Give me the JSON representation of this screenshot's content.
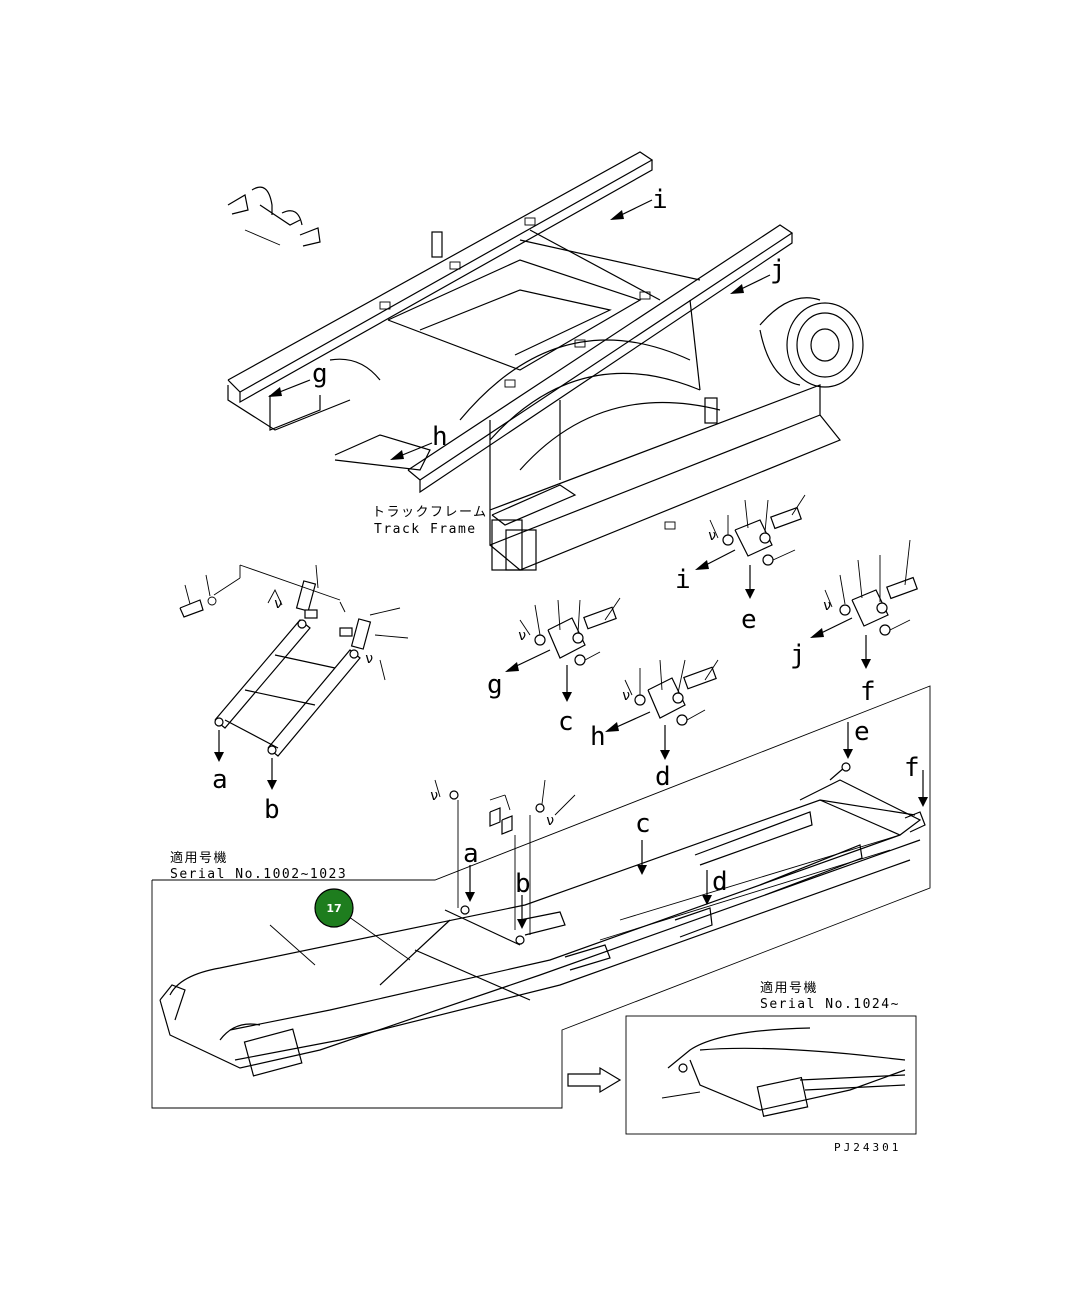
{
  "frame": {
    "label_jp": "トラックフレーム",
    "label_en": "Track Frame"
  },
  "serial_ranges": [
    {
      "title_jp": "適用号機",
      "serial": "Serial No.1002~1023"
    },
    {
      "title_jp": "適用号機",
      "serial": "Serial No.1024~"
    }
  ],
  "detail_letters": {
    "a_top": "a",
    "b_top": "b",
    "c_top": "c",
    "d_top": "d",
    "e_top": "e",
    "f_top": "f",
    "g_top": "g",
    "h_top": "h",
    "i_top": "i",
    "j_top": "j",
    "a_bot": "a",
    "b_bot": "b",
    "c_bot": "c",
    "d_bot": "d",
    "e_bot": "e",
    "f_bot": "f",
    "g_frame": "g",
    "h_frame": "h",
    "i_frame": "i",
    "j_frame": "j"
  },
  "callout": {
    "number": "17",
    "color": "#1e7d1e",
    "border": "#000000"
  },
  "drawing_code": "PJ24301"
}
